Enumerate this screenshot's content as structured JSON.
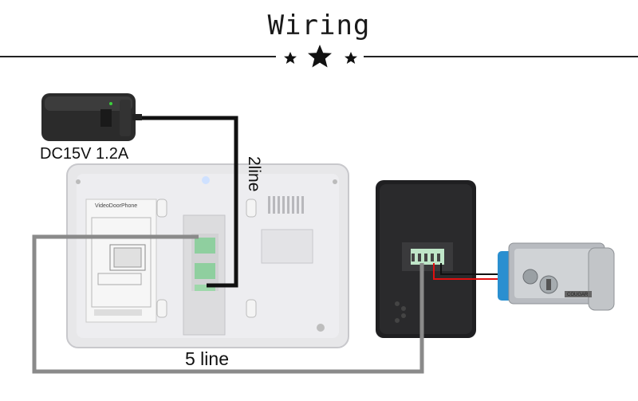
{
  "header": {
    "title": "Wiring"
  },
  "labels": {
    "power_supply": "DC15V 1.2A",
    "two_line": "2line",
    "five_line": "5 line",
    "monitor_model": "VideoDoorPhone",
    "lock_brand": "COUGAR"
  },
  "colors": {
    "wire_power": "#111111",
    "wire_signal": "#8a8a8a",
    "wire_lock_positive": "#e01010",
    "wire_lock_negative": "#111111",
    "lock_cover": "#2a8fd0"
  },
  "icons": {
    "header_stars": "star-icon",
    "power_adapter": "power-adapter-icon",
    "indoor_monitor": "indoor-monitor-icon",
    "outdoor_camera": "outdoor-camera-icon",
    "electric_lock": "electric-lock-icon"
  }
}
